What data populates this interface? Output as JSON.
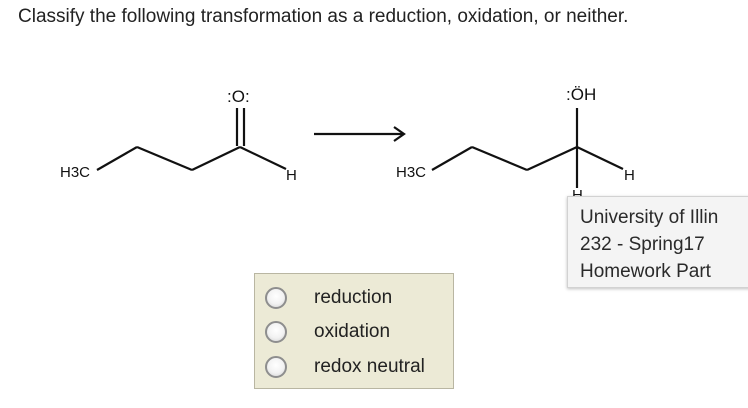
{
  "question": {
    "text": "Classify the following transformation as a reduction, oxidation, or neither."
  },
  "reactant": {
    "oxygen_label": ":O:",
    "methyl_label": "H3C",
    "hydrogen_label": "H"
  },
  "product": {
    "hydroxyl_label": ":ÖH",
    "methyl_label": "H3C",
    "hydrogen_label": "H",
    "lower_hydrogen_partial": "H"
  },
  "answer_choices": [
    {
      "label": "reduction",
      "selected": false
    },
    {
      "label": "oxidation",
      "selected": false
    },
    {
      "label": "redox neutral",
      "selected": false
    }
  ],
  "tooltip": {
    "lines": [
      "University of Illin",
      "232 - Spring17",
      "Homework Part"
    ]
  },
  "colors": {
    "choice_panel_bg": "#ecead6",
    "tooltip_bg": "#f4f4f4",
    "bond_color": "#111111"
  }
}
